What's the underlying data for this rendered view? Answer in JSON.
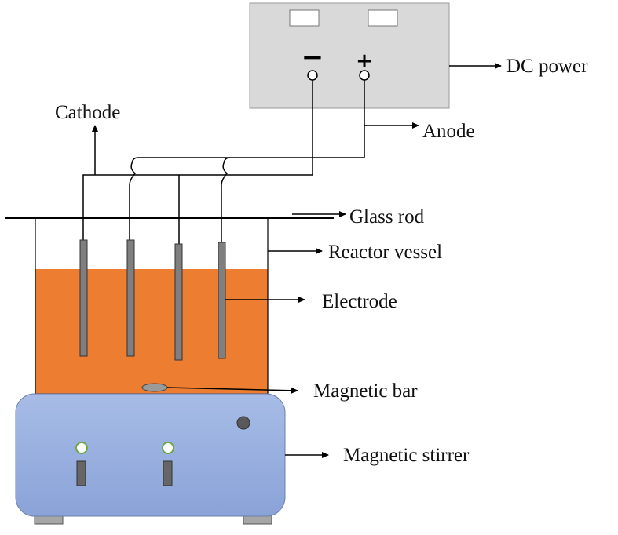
{
  "labels": {
    "dc_power": "DC power",
    "cathode": "Cathode",
    "anode": "Anode",
    "glass_rod": "Glass rod",
    "reactor_vessel": "Reactor vessel",
    "electrode": "Electrode",
    "magnetic_bar": "Magnetic bar",
    "magnetic_stirrer": "Magnetic stirrer"
  },
  "power_supply": {
    "negative_symbol": "−",
    "positive_symbol": "+"
  },
  "colors": {
    "power_box": "#d9d9d9",
    "solution": "#ed7d31",
    "stirrer_body": "#8fa9dc",
    "electrode": "#7f7f7f",
    "indicator_light": "#ffffff",
    "knob": "#595959",
    "wire": "#000000"
  }
}
